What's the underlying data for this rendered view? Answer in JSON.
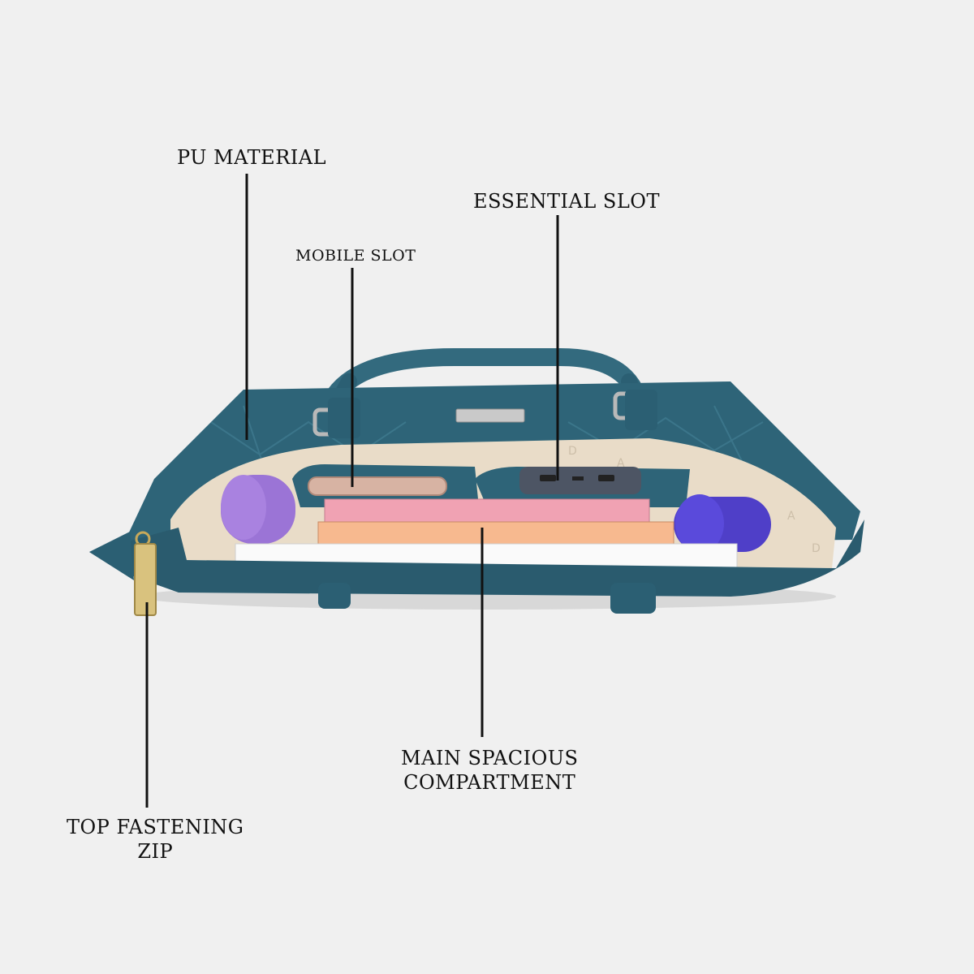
{
  "labels": {
    "pu_material": "PU MATERIAL",
    "mobile_slot": "MOBILE SLOT",
    "essential_slot": "ESSENTIAL SLOT",
    "main_compartment_line1": "MAIN SPACIOUS",
    "main_compartment_line2": "COMPARTMENT",
    "top_zip_line1": "TOP FASTENING",
    "top_zip_line2": "ZIP"
  },
  "colors": {
    "background": "#f0f0f0",
    "bag": "#2e6478",
    "lining": "#e9dcc8",
    "leader_line": "#111111"
  }
}
